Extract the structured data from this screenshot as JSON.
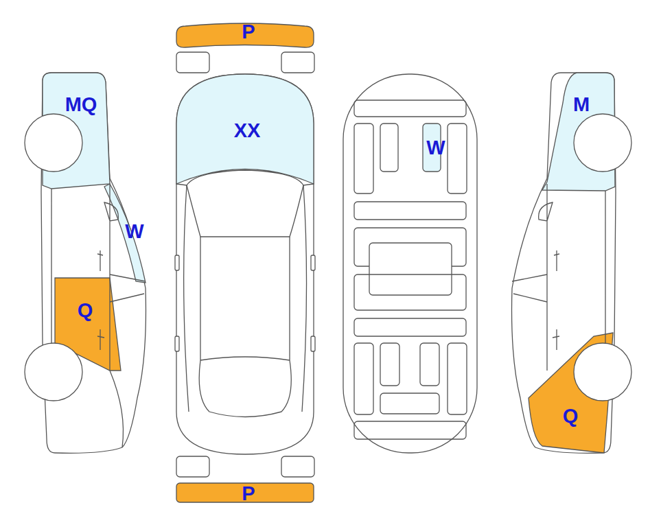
{
  "diagram": {
    "labels": [
      "P",
      "MQ",
      "M",
      "XX",
      "W",
      "W",
      "Q",
      "Q",
      "P"
    ]
  }
}
